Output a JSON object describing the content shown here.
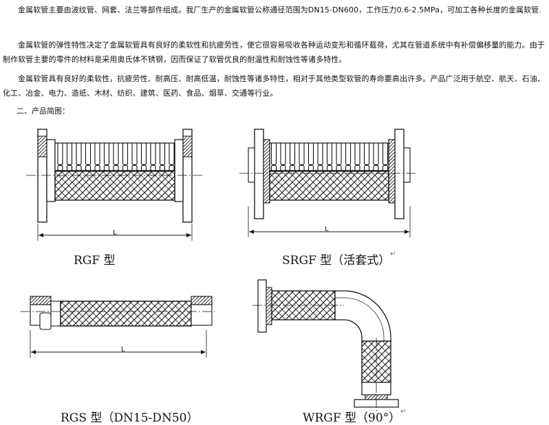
{
  "paragraphs": [
    "金属软管主要由波纹管、网套、法兰等部件组成。我厂生产的金属软管公称通径范围为DN15-DN600，工作压力0.6-2.5MPa，可加工各种长度的金属软管.",
    "金属软管的弹性特性决定了金属软管具有良好的柔软性和抗疲劳性，使它很容易吸收各种运动变形和循环载荷，尤其在管道系统中有补偿偏移量的能力。由于制作软管主要的零件的材料是采用奥氏体不锈钢，因而保证了软管优良的耐温性和耐蚀性等诸多特性。",
    "金属软管具有良好的柔软性，抗疲劳性、耐高压、耐高低温，耐蚀性等诸多特性，相对于其他类型软管的寿命要高出许多。产品广泛用于航空、航天、石油、化工、冶金、电力、造纸、木材、纺织、建筑、医药、食品、烟草、交通等行业。"
  ],
  "section_title": "二、产品简图：",
  "figures": {
    "rgf": {
      "caption": "RGF 型",
      "dim_label": "L"
    },
    "srgf": {
      "caption": "SRGF 型（活套式）",
      "dim_label": "L"
    },
    "rgs": {
      "caption": "RGS 型（DN15-DN50）",
      "dim_label": "L"
    },
    "wrgf": {
      "caption": "WRGF 型（90°）"
    }
  },
  "paragraph_mark": "↵"
}
